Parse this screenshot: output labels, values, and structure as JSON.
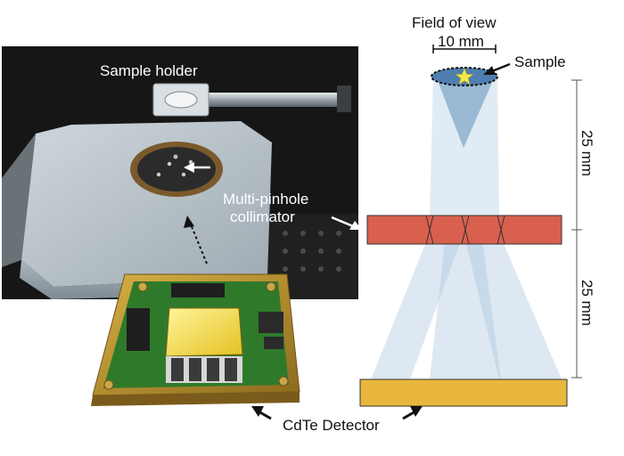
{
  "labels": {
    "sample_holder": "Sample holder",
    "collimator_line1": "Multi-pinhole",
    "collimator_line2": "collimator",
    "detector": "CdTe Detector",
    "fov_line1": "Field of view",
    "fov_line2": "10 mm",
    "sample": "Sample",
    "dist_top": "25 mm",
    "dist_bottom": "25 mm"
  },
  "colors": {
    "collimator_fill": "#d9604f",
    "detector_fill": "#e9b73e",
    "beam_fill": "#a9c6de",
    "sample_fill": "#4e7fb0",
    "star_fill": "#f6e94a",
    "photo_bg": "#161616",
    "board_green": "#2f7a2a",
    "board_gold": "#b08a2a"
  }
}
